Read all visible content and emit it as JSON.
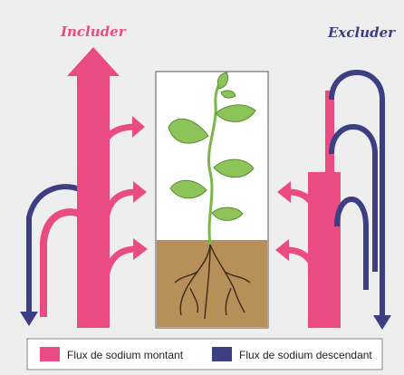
{
  "diagram": {
    "left_label": "Includer",
    "right_label": "Excluder",
    "colors": {
      "up_flux": "#ea4b83",
      "down_flux": "#3d3f83",
      "soil": "#b78f58",
      "leaf": "#8cc45a",
      "background": "#eeeeef"
    }
  },
  "legend": {
    "items": [
      {
        "label": "Flux de sodium montant",
        "color": "#ea4b83"
      },
      {
        "label": "Flux de sodium descendant",
        "color": "#3d3f83"
      }
    ]
  }
}
